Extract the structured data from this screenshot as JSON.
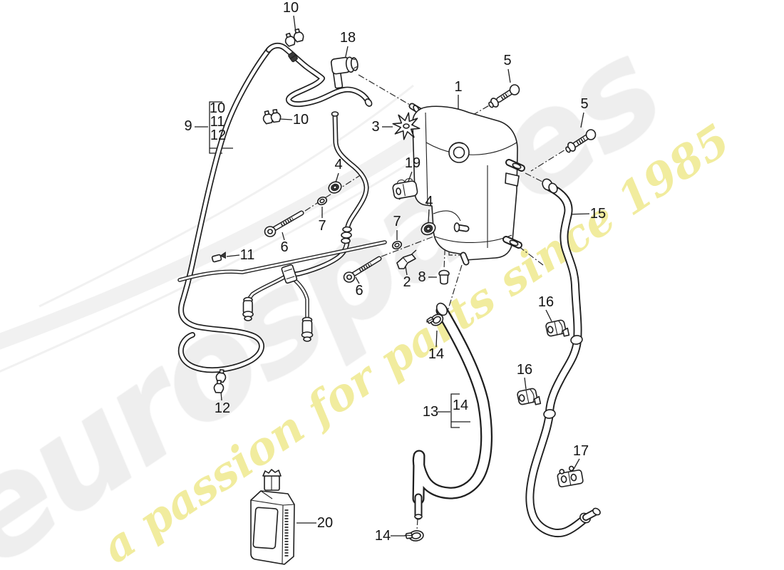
{
  "watermark": {
    "brand": "eurospares",
    "tagline": "a passion for parts since 1985"
  },
  "colors": {
    "line_art": "#1f1f1f",
    "watermark_gray": "#eeeeee",
    "watermark_yellow": "#f1ec9e",
    "background": "#ffffff"
  },
  "callouts": [
    {
      "text": "10"
    },
    {
      "text": "18"
    },
    {
      "text": "1"
    },
    {
      "text": "5"
    },
    {
      "text": "5"
    },
    {
      "text": "9"
    },
    {
      "text": "10"
    },
    {
      "text": "11"
    },
    {
      "text": "12"
    },
    {
      "text": "10"
    },
    {
      "text": "3"
    },
    {
      "text": "4"
    },
    {
      "text": "19"
    },
    {
      "text": "4"
    },
    {
      "text": "7"
    },
    {
      "text": "7"
    },
    {
      "text": "6"
    },
    {
      "text": "6"
    },
    {
      "text": "2"
    },
    {
      "text": "8"
    },
    {
      "text": "15"
    },
    {
      "text": "16"
    },
    {
      "text": "16"
    },
    {
      "text": "17"
    },
    {
      "text": "13"
    },
    {
      "text": "14"
    },
    {
      "text": "14"
    },
    {
      "text": "14"
    },
    {
      "text": "12"
    },
    {
      "text": "11"
    },
    {
      "text": "20"
    }
  ]
}
